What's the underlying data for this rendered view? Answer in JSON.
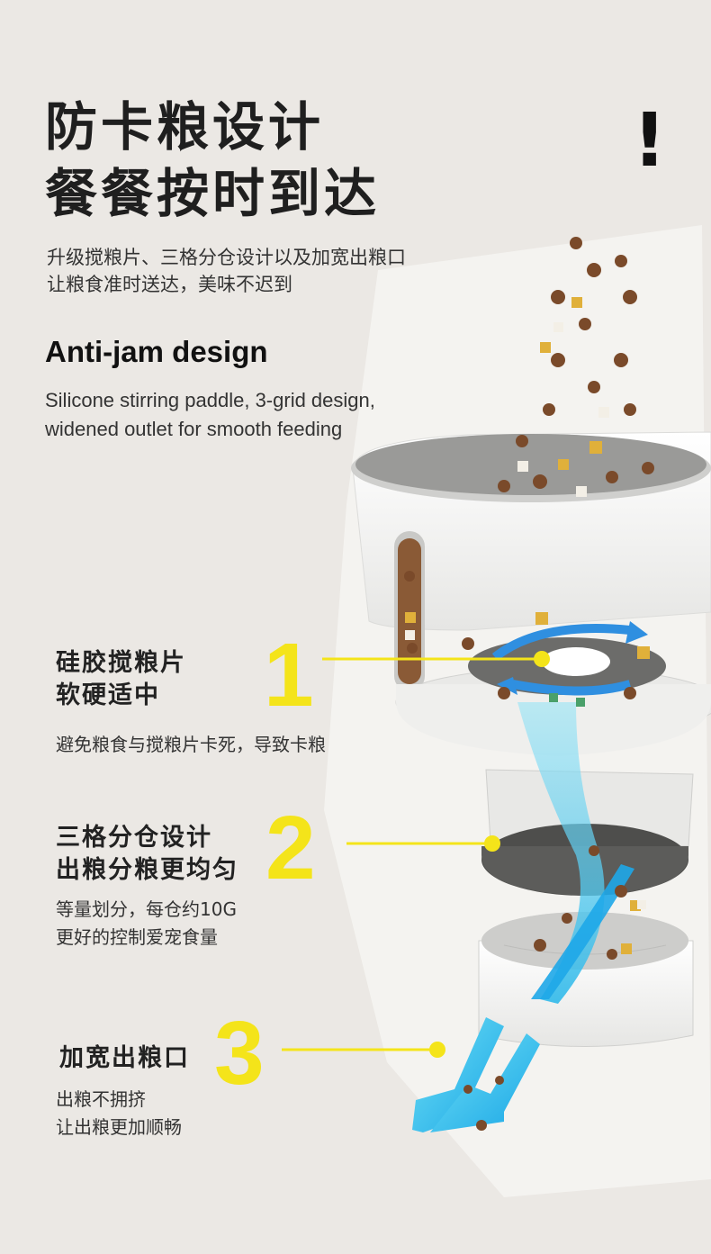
{
  "headline": {
    "line1": "防卡粮设计",
    "line2": "餐餐按时到达",
    "mark": "!"
  },
  "subtitle_cn": {
    "line1": "升级搅粮片、三格分仓设计以及加宽出粮口",
    "line2": "让粮食准时送达，美味不迟到"
  },
  "english": {
    "title": "Anti-jam design",
    "line1": "Silicone stirring paddle, 3-grid design,",
    "line2": "widened outlet for smooth feeding"
  },
  "features": [
    {
      "number": "1",
      "title_line1": "硅胶搅粮片",
      "title_line2": "软硬适中",
      "desc_line1": "避免粮食与搅粮片卡死，导致卡粮",
      "desc_line2": ""
    },
    {
      "number": "2",
      "title_line1": "三格分仓设计",
      "title_line2": "出粮分粮更均匀",
      "desc_line1": "等量划分，每仓约10G",
      "desc_line2": "更好的控制爱宠食量"
    },
    {
      "number": "3",
      "title_line1": "加宽出粮口",
      "title_line2": "",
      "desc_line1": "出粮不拥挤",
      "desc_line2": "让出粮更加顺畅"
    }
  ],
  "colors": {
    "background": "#ebe8e4",
    "accent_yellow": "#f4e41a",
    "flow_cyan": "#3ec8ee",
    "device_white": "#f4f4f2",
    "device_gray": "#5a5a5a",
    "kibble_brown": "#7a4a2a"
  }
}
